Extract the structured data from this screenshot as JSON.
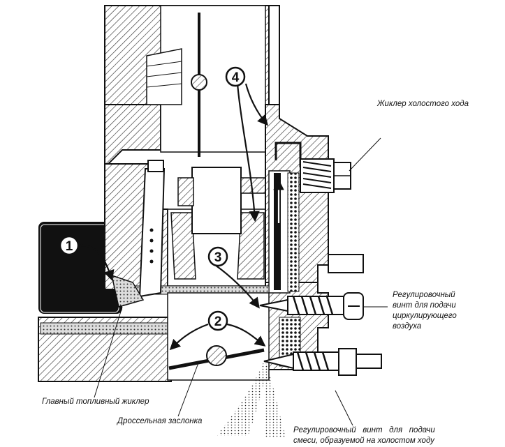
{
  "callouts": [
    "1",
    "2",
    "3",
    "4"
  ],
  "labels": {
    "idle_jet": "Жиклер холостого хода",
    "air_screw_line1": "Регулировочный",
    "air_screw_line2": "винт  для  подачи",
    "air_screw_line3": "циркулирующего",
    "air_screw_line4": "воздуха",
    "main_jet": "Главный топливный жиклер",
    "throttle": "Дроссельная заслонка",
    "mixture_screw_line1": "Регулировочный   винт   для   подачи",
    "mixture_screw_line2": "смеси, образуемой на холостом ходу"
  }
}
